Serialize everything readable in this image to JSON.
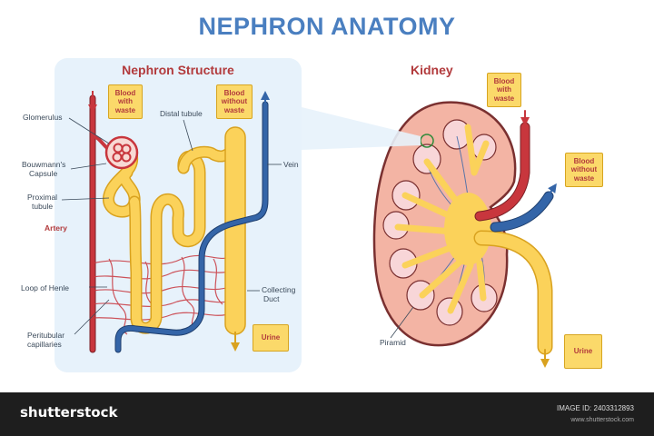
{
  "title": "NEPHRON ANATOMY",
  "nephron_panel": {
    "title": "Nephron  Structure",
    "labels": {
      "glomerulus": "Glomerulus",
      "bowman_1": "Bouwmann's",
      "bowman_2": "Capsule",
      "proximal_1": "Proximal",
      "proximal_2": "tubule",
      "artery": "Artery",
      "loop": "Loop of Henle",
      "peri_1": "Peritubular",
      "peri_2": "capillaries",
      "distal": "Distal tubule",
      "vein": "Vein",
      "duct_1": "Collecting",
      "duct_2": "Duct"
    },
    "tags": {
      "blood_with_waste": [
        "Blood",
        "with",
        "waste"
      ],
      "blood_without_waste": [
        "Blood",
        "without",
        "waste"
      ],
      "urine": "Urine"
    }
  },
  "kidney_panel": {
    "title": "Kidney",
    "labels": {
      "piramid": "Piramid"
    },
    "tags": {
      "blood_with_waste": [
        "Blood",
        "with",
        "waste"
      ],
      "blood_without_waste": [
        "Blood",
        "without",
        "waste"
      ],
      "urine": "Urine"
    }
  },
  "footer": {
    "logo": "shutterstock",
    "image_id": "IMAGE ID: 2403312893",
    "site": "www.shutterstock.com"
  },
  "colors": {
    "artery": "#c8363d",
    "vein": "#3465a8",
    "tubule": "#fbd25a",
    "tubule_outline": "#d9a21f",
    "title": "#4a7fc0",
    "kidney": "#f3b4a4",
    "kidney_outline": "#7a3030"
  }
}
